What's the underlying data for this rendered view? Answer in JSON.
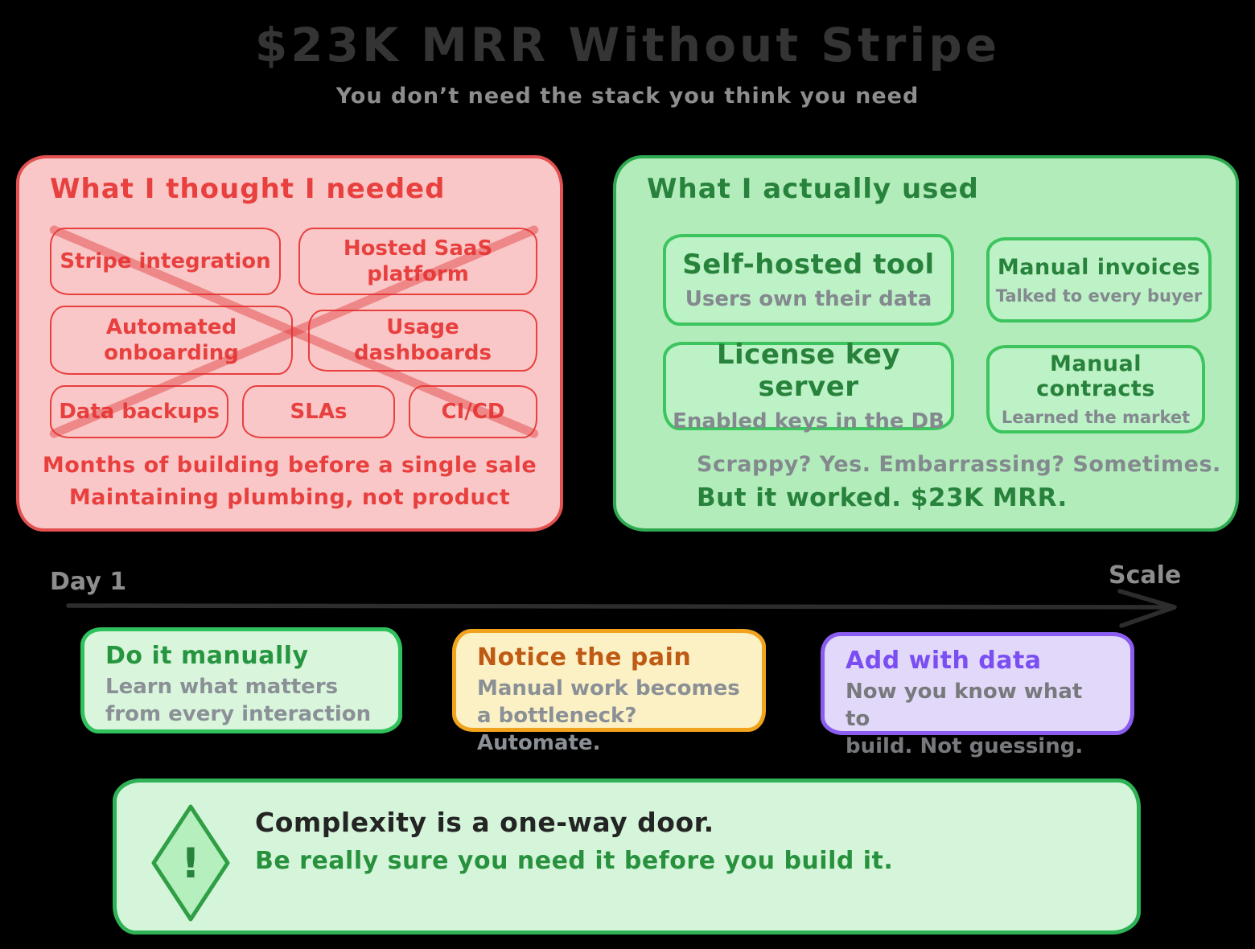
{
  "header": {
    "title": "$23K MRR Without Stripe",
    "subtitle": "You don’t need the stack you think you need"
  },
  "thought_panel": {
    "title": "What I thought I needed",
    "items": [
      "Stripe integration",
      "Hosted SaaS\nplatform",
      "Automated\nonboarding",
      "Usage dashboards",
      "Data backups",
      "SLAs",
      "CI/CD"
    ],
    "footer_line_1": "Months of building before a single sale",
    "footer_line_2": "Maintaining plumbing, not product",
    "accent_color": "#e03131",
    "fill_color": "#f9c7c7"
  },
  "used_panel": {
    "title": "What I actually used",
    "cards": [
      {
        "title": "Self-hosted tool",
        "subtitle": "Users own their data"
      },
      {
        "title": "Manual invoices",
        "subtitle": "Talked to every buyer"
      },
      {
        "title": "License key server",
        "subtitle": "Enabled keys in the DB"
      },
      {
        "title": "Manual contracts",
        "subtitle": "Learned the market"
      }
    ],
    "footer_muted": "Scrappy? Yes. Embarrassing? Sometimes.",
    "footer_strong": "But it worked. $23K MRR.",
    "accent_color": "#2f9e44",
    "fill_color": "#b2ecba"
  },
  "timeline": {
    "start_label": "Day 1",
    "end_label": "Scale"
  },
  "stages": [
    {
      "title": "Do it manually",
      "body": "Learn what matters\nfrom every interaction",
      "accent_color": "#27953f",
      "border_color": "#2fc15c",
      "fill_color": "#d9f6dd"
    },
    {
      "title": "Notice the pain",
      "body": "Manual work becomes\na bottleneck? Automate.",
      "accent_color": "#bf5a15",
      "border_color": "#f2a31d",
      "fill_color": "#fcf1c4"
    },
    {
      "title": "Add with data",
      "body": "Now you know what to\nbuild. Not guessing.",
      "accent_color": "#7a4ef2",
      "border_color": "#8a5df0",
      "fill_color": "#e2d8f9"
    }
  ],
  "callout": {
    "icon": "!",
    "title": "Complexity is a one-way door.",
    "subtitle": "Be really sure you need it before you build it.",
    "accent_color": "#2fb156",
    "fill_color": "#d5f5da"
  }
}
